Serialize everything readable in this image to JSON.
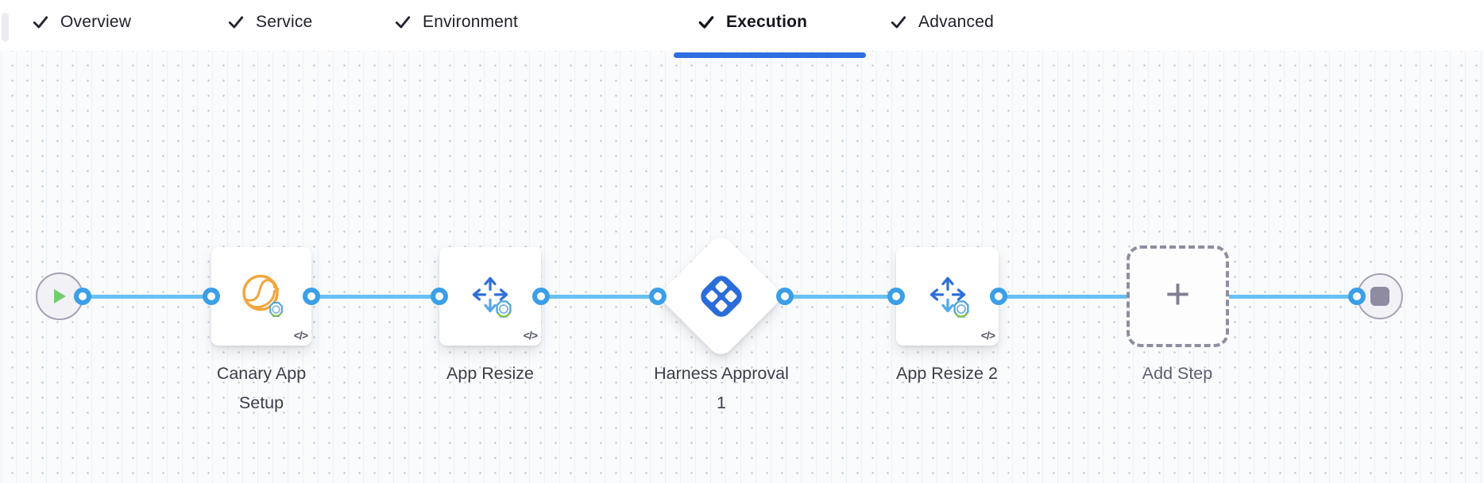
{
  "header": {
    "tabs": [
      {
        "label": "Overview",
        "checked": true,
        "active": false
      },
      {
        "label": "Service",
        "checked": true,
        "active": false
      },
      {
        "label": "Environment",
        "checked": true,
        "active": false
      },
      {
        "label": "Execution",
        "checked": true,
        "active": true
      },
      {
        "label": "Advanced",
        "checked": true,
        "active": false
      }
    ],
    "active_tab": "Execution"
  },
  "pipeline": {
    "start_node": {
      "icon": "play-icon"
    },
    "end_node": {
      "icon": "stop-icon"
    },
    "steps": {
      "canary": {
        "label": "Canary App Setup",
        "icon": "canary-bird-icon",
        "code_badge": "</>"
      },
      "resize1": {
        "label": "App Resize",
        "icon": "resize-arrows-icon",
        "code_badge": "</>"
      },
      "approval": {
        "label": "Harness Approval 1",
        "icon": "harness-logo-icon"
      },
      "resize2": {
        "label": "App Resize 2",
        "icon": "resize-arrows-icon",
        "code_badge": "</>"
      },
      "add_step": {
        "label": "Add Step",
        "plus": "+"
      }
    }
  },
  "colors": {
    "accent_blue": "#2e6ee0",
    "port_ring_blue": "#3b9fe8",
    "connector_line_blue": "#68c1f3",
    "canary_orange": "#f0a63d",
    "harness_blue": "#2a6cd9",
    "arrow_blue": "#2e6fd9",
    "play_green": "#72ce6b",
    "stop_gray": "#8f8ca1"
  }
}
